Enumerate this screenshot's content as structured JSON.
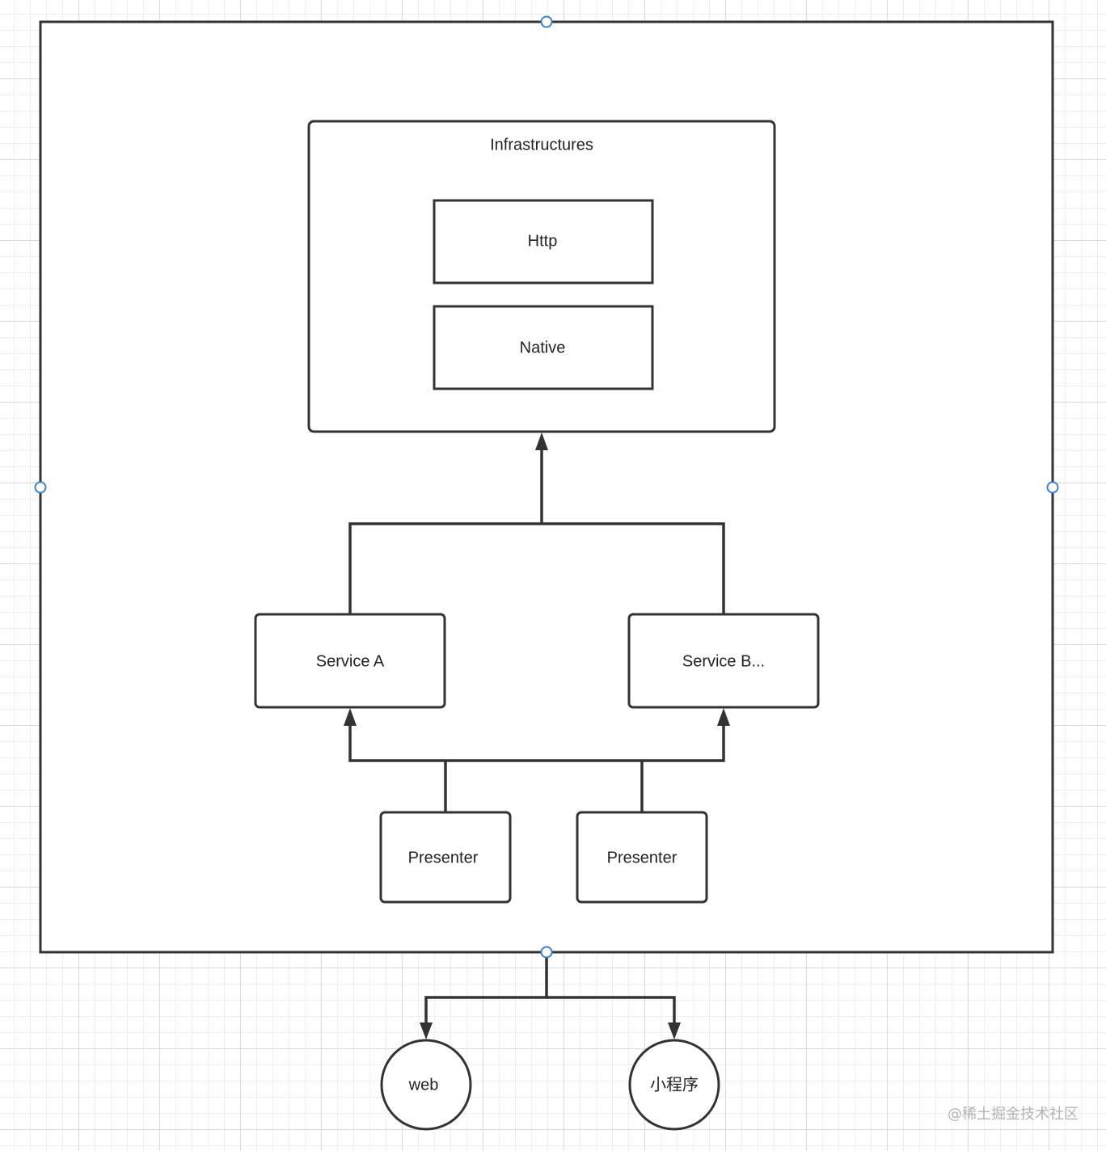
{
  "diagram": {
    "nodes": {
      "infrastructures": {
        "label": "Infrastructures"
      },
      "http": {
        "label": "Http"
      },
      "native": {
        "label": "Native"
      },
      "service_a": {
        "label": "Service A"
      },
      "service_b": {
        "label": "Service B..."
      },
      "presenter_1": {
        "label": "Presenter"
      },
      "presenter_2": {
        "label": "Presenter"
      },
      "web": {
        "label": "web"
      },
      "mini_program": {
        "label": "小程序"
      }
    },
    "edges": [
      {
        "from": "service_a",
        "to": "infrastructures"
      },
      {
        "from": "service_b",
        "to": "infrastructures"
      },
      {
        "from": "presenter_1",
        "to": "service_a"
      },
      {
        "from": "presenter_1",
        "to": "service_b"
      },
      {
        "from": "presenter_2",
        "to": "service_a"
      },
      {
        "from": "presenter_2",
        "to": "service_b"
      },
      {
        "from": "app_frame",
        "to": "web"
      },
      {
        "from": "app_frame",
        "to": "mini_program"
      }
    ]
  },
  "watermark": {
    "text": "@稀土掘金技术社区"
  },
  "colors": {
    "stroke": "#333333",
    "handle": "#3a7fd5",
    "grid_major": "#d9d9d9",
    "grid_minor": "#f0f0f0",
    "watermark": "#b3b3b3"
  }
}
